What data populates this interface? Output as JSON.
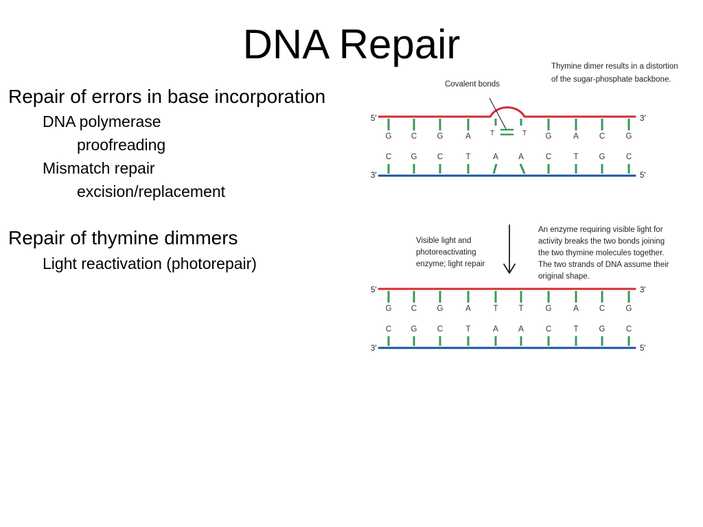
{
  "slide": {
    "title": "DNA Repair",
    "bullets": [
      "Repair of errors in base incorporation",
      "DNA polymerase",
      "proofreading",
      "Mismatch repair",
      "excision/replacement",
      "Repair of thymine dimmers",
      "Light reactivation (photorepair)"
    ]
  },
  "diagram": {
    "colors": {
      "top_strand": "#d62a35",
      "bottom_strand": "#1d4fa5",
      "base_ticks": "#3a9a55",
      "text": "#222222"
    },
    "panel_top": {
      "top_sequence": [
        "G",
        "C",
        "G",
        "A",
        "T",
        "T",
        "G",
        "A",
        "C",
        "G"
      ],
      "bottom_sequence": [
        "C",
        "G",
        "C",
        "T",
        "A",
        "A",
        "C",
        "T",
        "G",
        "C"
      ],
      "covalent_label": "Covalent bonds",
      "dimer_caption": [
        "Thymine dimer results in a distortion",
        "of the sugar-phosphate backbone."
      ],
      "labels": {
        "top_left": "5'",
        "top_right": "3'",
        "bottom_left": "3'",
        "bottom_right": "5'"
      }
    },
    "arrow_captions": {
      "left": [
        "Visible light and",
        "photoreactivating",
        "enzyme; light repair"
      ],
      "right": [
        "An enzyme requiring visible light for",
        "activity breaks the two bonds joining",
        "the two thymine molecules together.",
        "The two strands of DNA assume their",
        " original shape."
      ]
    },
    "panel_bottom": {
      "top_sequence": [
        "G",
        "C",
        "G",
        "A",
        "T",
        "T",
        "G",
        "A",
        "C",
        "G"
      ],
      "bottom_sequence": [
        "C",
        "G",
        "C",
        "T",
        "A",
        "A",
        "C",
        "T",
        "G",
        "C"
      ],
      "labels": {
        "top_left": "5'",
        "top_right": "3'",
        "bottom_left": "3'",
        "bottom_right": "5'"
      }
    }
  }
}
